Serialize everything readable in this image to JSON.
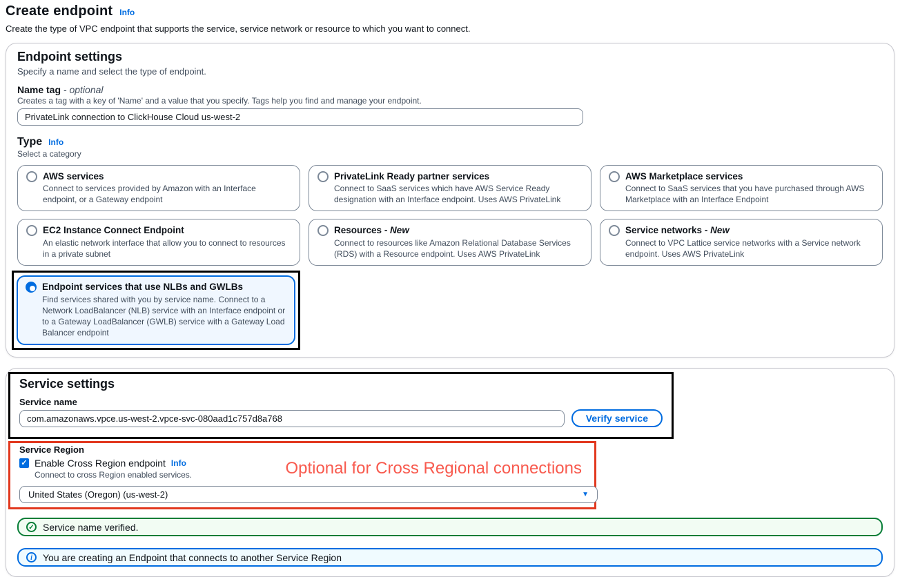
{
  "page": {
    "title": "Create endpoint",
    "title_info": "Info",
    "description": "Create the type of VPC endpoint that supports the service, service network or resource to which you want to connect."
  },
  "endpoint_settings": {
    "heading": "Endpoint settings",
    "description": "Specify a name and select the type of endpoint.",
    "name_tag": {
      "label": "Name tag",
      "label_suffix": "- optional",
      "description": "Creates a tag with a key of 'Name' and a value that you specify. Tags help you find and manage your endpoint.",
      "value": "PrivateLink connection to ClickHouse Cloud us-west-2"
    },
    "type": {
      "heading": "Type",
      "info": "Info",
      "description": "Select a category",
      "options": [
        {
          "label": "AWS services",
          "suffix": "",
          "description": "Connect to services provided by Amazon with an Interface endpoint, or a Gateway endpoint",
          "selected": false
        },
        {
          "label": "PrivateLink Ready partner services",
          "suffix": "",
          "description": "Connect to SaaS services which have AWS Service Ready designation with an Interface endpoint. Uses AWS PrivateLink",
          "selected": false
        },
        {
          "label": "AWS Marketplace services",
          "suffix": "",
          "description": "Connect to SaaS services that you have purchased through AWS Marketplace with an Interface Endpoint",
          "selected": false
        },
        {
          "label": "EC2 Instance Connect Endpoint",
          "suffix": "",
          "description": "An elastic network interface that allow you to connect to resources in a private subnet",
          "selected": false
        },
        {
          "label": "Resources",
          "suffix": "- New",
          "description": "Connect to resources like Amazon Relational Database Services (RDS) with a Resource endpoint. Uses AWS PrivateLink",
          "selected": false
        },
        {
          "label": "Service networks",
          "suffix": "- New",
          "description": "Connect to VPC Lattice service networks with a Service network endpoint. Uses AWS PrivateLink",
          "selected": false
        },
        {
          "label": "Endpoint services that use NLBs and GWLBs",
          "suffix": "",
          "description": "Find services shared with you by service name. Connect to a Network LoadBalancer (NLB) service with an Interface endpoint or to a Gateway LoadBalancer (GWLB) service with a Gateway Load Balancer endpoint",
          "selected": true
        }
      ]
    }
  },
  "service_settings": {
    "heading": "Service settings",
    "service_name": {
      "label": "Service name",
      "value": "com.amazonaws.vpce.us-west-2.vpce-svc-080aad1c757d8a768"
    },
    "verify_button_label": "Verify service",
    "service_region": {
      "label": "Service Region",
      "checkbox_label": "Enable Cross Region endpoint",
      "checkbox_info": "Info",
      "checkbox_checked": true,
      "checkbox_icon": "check-mark",
      "checkbox_description": "Connect to cross Region enabled services.",
      "selected_region": "United States (Oregon) (us-west-2)",
      "caret_icon": "▼"
    },
    "alerts": {
      "success_message": "Service name verified.",
      "success_icon": "check-mark",
      "info_message": "You are creating an Endpoint that connects to another Service Region",
      "info_icon": "i"
    }
  },
  "annotations": {
    "cross_region_note": "Optional for Cross Regional connections",
    "black_box_color": "#000000",
    "red_box_color": "#e2391f",
    "red_text_color": "#f85a4e"
  },
  "colors": {
    "accent_blue": "#006ce0",
    "success_green": "#067d36",
    "selected_tile_bg": "#f0f7ff",
    "tile_border": "#7d8998",
    "panel_border": "#c6c6cd",
    "secondary_text": "#414d5c"
  },
  "glyphs": {
    "check": "✓",
    "info_i": "i"
  }
}
